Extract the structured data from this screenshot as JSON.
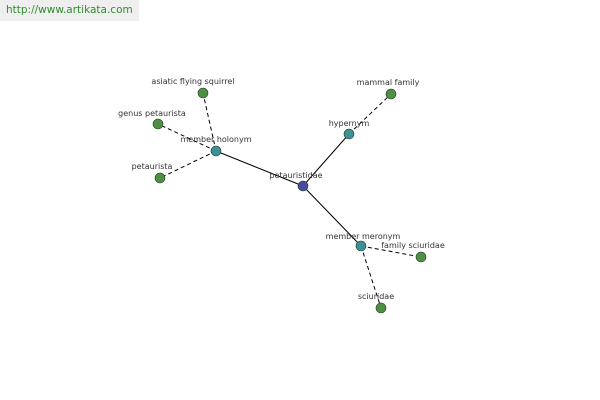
{
  "banner": {
    "url": "http://www.artikata.com"
  },
  "colors": {
    "center": "#4a4aa0",
    "relation": "#3e8f96",
    "leaf": "#4f8f45",
    "edge": "#000000"
  },
  "graph": {
    "nodes": [
      {
        "id": "petauristidae",
        "label": "petauristidae",
        "kind": "center"
      },
      {
        "id": "member-holonym",
        "label": "member holonym",
        "kind": "relation"
      },
      {
        "id": "hypernym",
        "label": "hypernym",
        "kind": "relation"
      },
      {
        "id": "member-meronym",
        "label": "member meronym",
        "kind": "relation"
      },
      {
        "id": "asiatic-flying-squirrel",
        "label": "asiatic flying squirrel",
        "kind": "leaf"
      },
      {
        "id": "genus-petaurista",
        "label": "genus petaurista",
        "kind": "leaf"
      },
      {
        "id": "petaurista",
        "label": "petaurista",
        "kind": "leaf"
      },
      {
        "id": "mammal-family",
        "label": "mammal family",
        "kind": "leaf"
      },
      {
        "id": "family-sciuridae",
        "label": "family sciuridae",
        "kind": "leaf"
      },
      {
        "id": "sciuridae",
        "label": "sciuridae",
        "kind": "leaf"
      }
    ],
    "edges": [
      {
        "from": "petauristidae",
        "to": "member-holonym",
        "style": "solid"
      },
      {
        "from": "petauristidae",
        "to": "hypernym",
        "style": "solid"
      },
      {
        "from": "petauristidae",
        "to": "member-meronym",
        "style": "solid"
      },
      {
        "from": "member-holonym",
        "to": "asiatic-flying-squirrel",
        "style": "dashed"
      },
      {
        "from": "member-holonym",
        "to": "genus-petaurista",
        "style": "dashed"
      },
      {
        "from": "member-holonym",
        "to": "petaurista",
        "style": "dashed"
      },
      {
        "from": "hypernym",
        "to": "mammal-family",
        "style": "dashed"
      },
      {
        "from": "member-meronym",
        "to": "family-sciuridae",
        "style": "dashed"
      },
      {
        "from": "member-meronym",
        "to": "sciuridae",
        "style": "dashed"
      }
    ]
  }
}
